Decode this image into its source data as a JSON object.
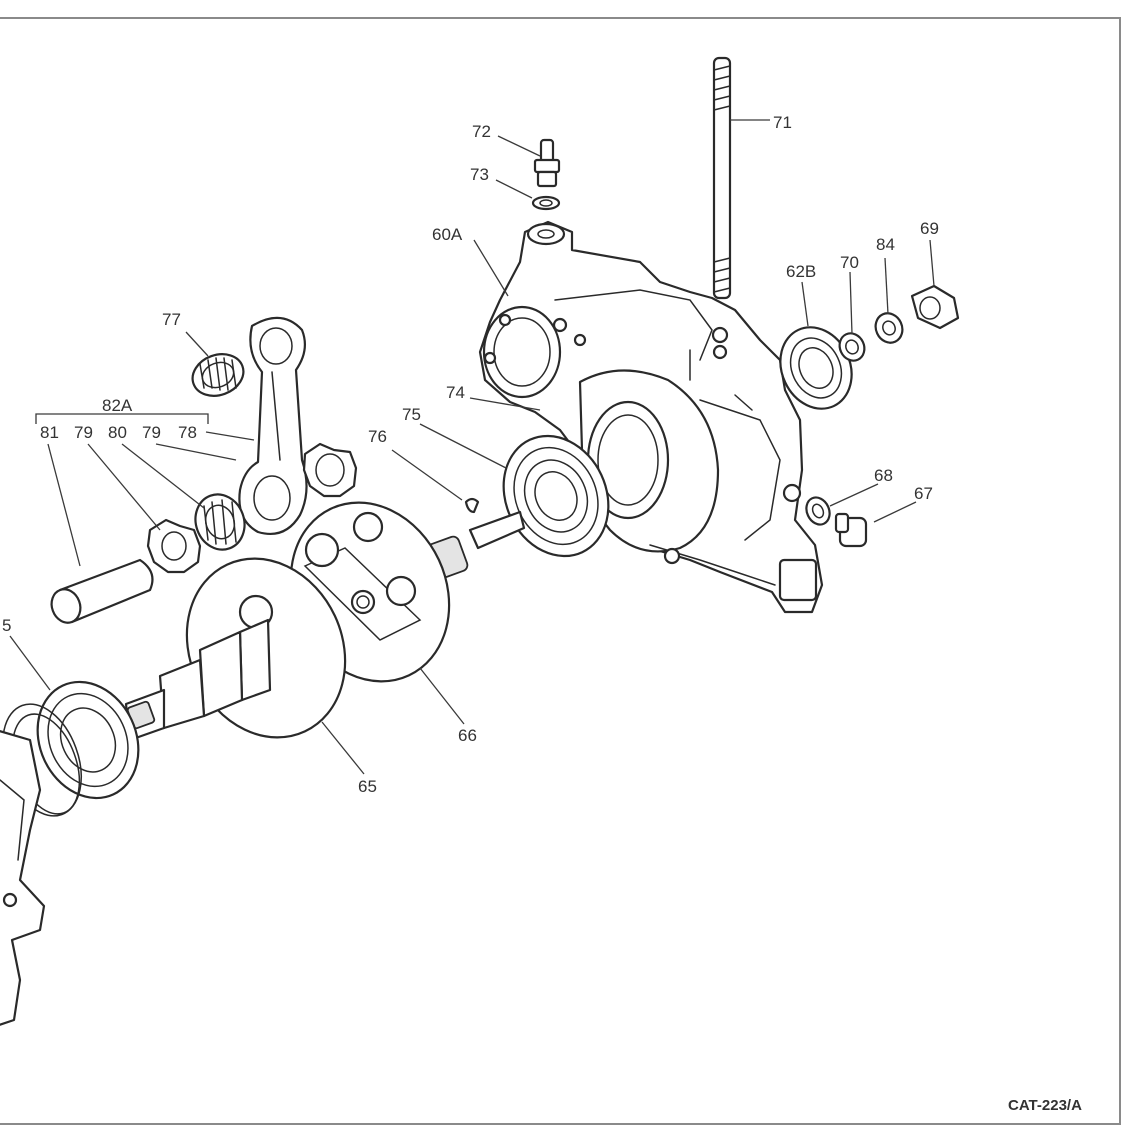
{
  "diagram": {
    "catalog_code": "CAT-223/A",
    "callouts": {
      "c72": "72",
      "c71": "71",
      "c73": "73",
      "c60a": "60A",
      "c62b": "62B",
      "c70": "70",
      "c84": "84",
      "c69": "69",
      "c77": "77",
      "c82a": "82A",
      "c81": "81",
      "c79a": "79",
      "c80": "80",
      "c79b": "79",
      "c78": "78",
      "c74": "74",
      "c75": "75",
      "c76": "76",
      "c68": "68",
      "c67": "67",
      "c75_left": "5",
      "c66": "66",
      "c65": "65"
    }
  }
}
